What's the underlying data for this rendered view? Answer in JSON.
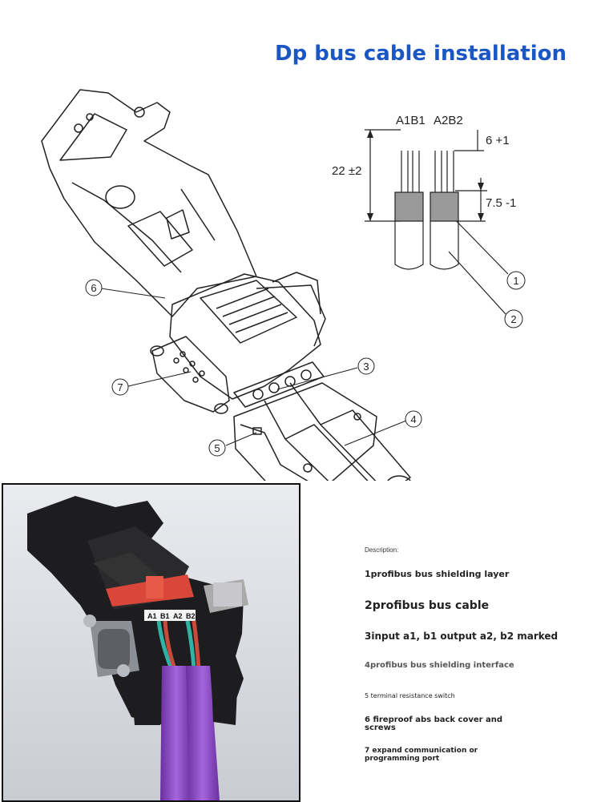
{
  "title": "Dp bus cable installation",
  "callouts": [
    "1",
    "2",
    "3",
    "4",
    "5",
    "6",
    "7"
  ],
  "dimensions": {
    "top_left": "A1B1",
    "top_right": "A2B2",
    "strip_top": "6 +1",
    "total": "22 ±2",
    "shield": "7.5 -1"
  },
  "photo_labels": [
    "A1",
    "B1",
    "A2",
    "B2"
  ],
  "description": {
    "heading": "Description:",
    "items": [
      "1profibus bus shielding layer",
      "2profibus bus cable",
      "3input a1, b1 output a2, b2 marked",
      "4profibus bus shielding interface",
      "5 terminal resistance switch",
      "6 fireproof abs back cover and screws",
      "7 expand communication or programming port"
    ]
  },
  "colors": {
    "title": "#1a56c4",
    "cable": "#8e4fc4",
    "switch": "#d9473b",
    "wire_green": "#2fb3a6",
    "wire_red": "#c94a3a"
  }
}
